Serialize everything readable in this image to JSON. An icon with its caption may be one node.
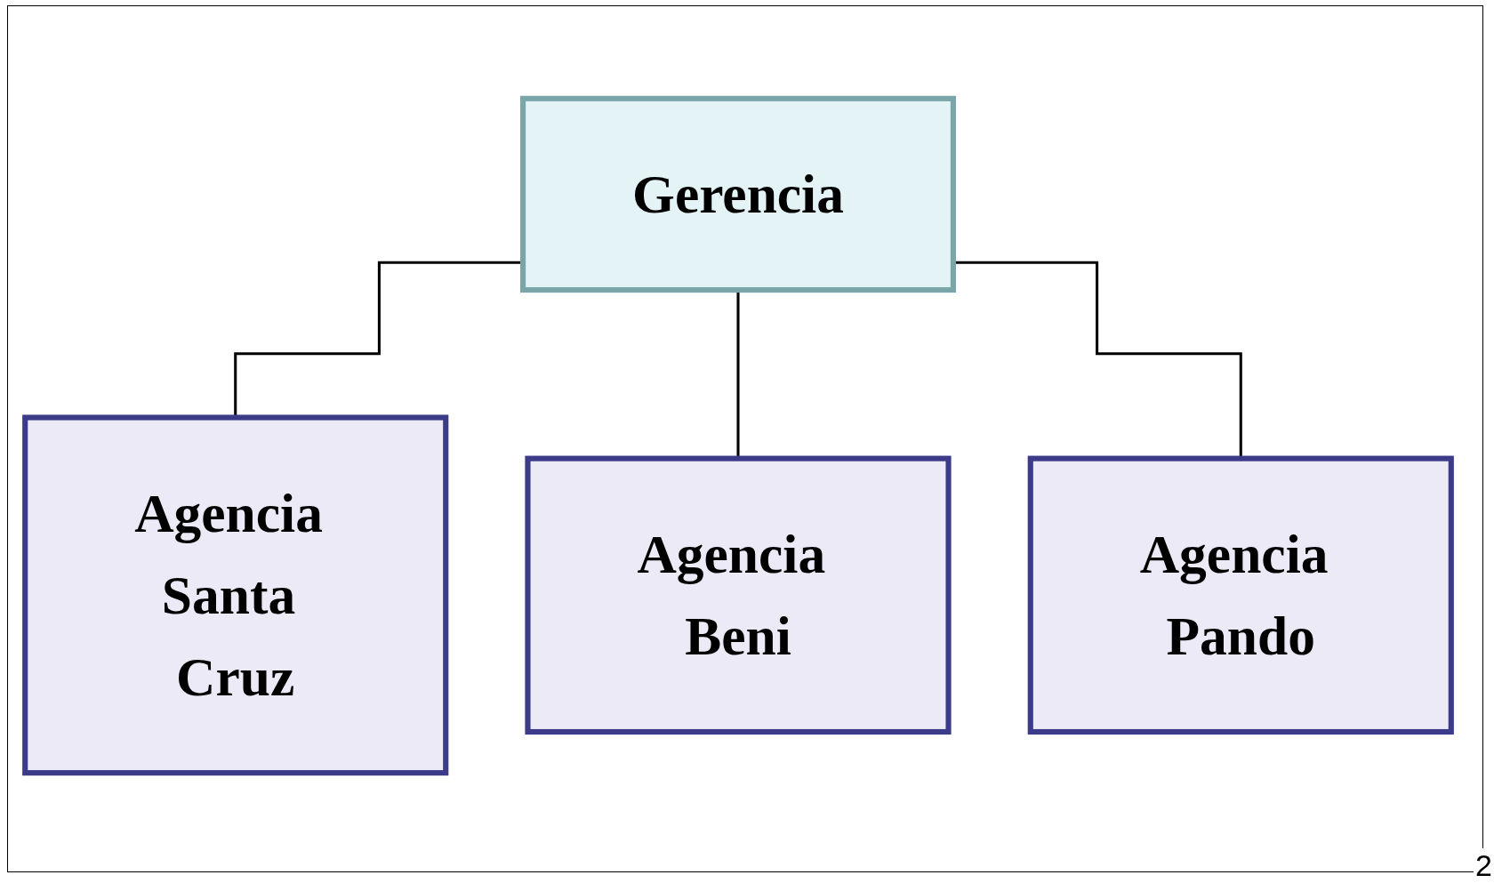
{
  "diagram": {
    "nodes": [
      {
        "text": [
          "Gerencia"
        ]
      },
      {
        "text": [
          "Agencia Santa Cruz"
        ]
      },
      {
        "text": [
          "Agencia Beni"
        ]
      },
      {
        "text": [
          "Agencia Pando"
        ]
      }
    ],
    "edges": [
      {
        "from": 0,
        "to": 1,
        "arrow": "none"
      },
      {
        "from": 0,
        "to": 2,
        "arrow": "none"
      },
      {
        "from": 0,
        "to": 3,
        "arrow": "none"
      }
    ],
    "labels": [
      "2"
    ]
  }
}
